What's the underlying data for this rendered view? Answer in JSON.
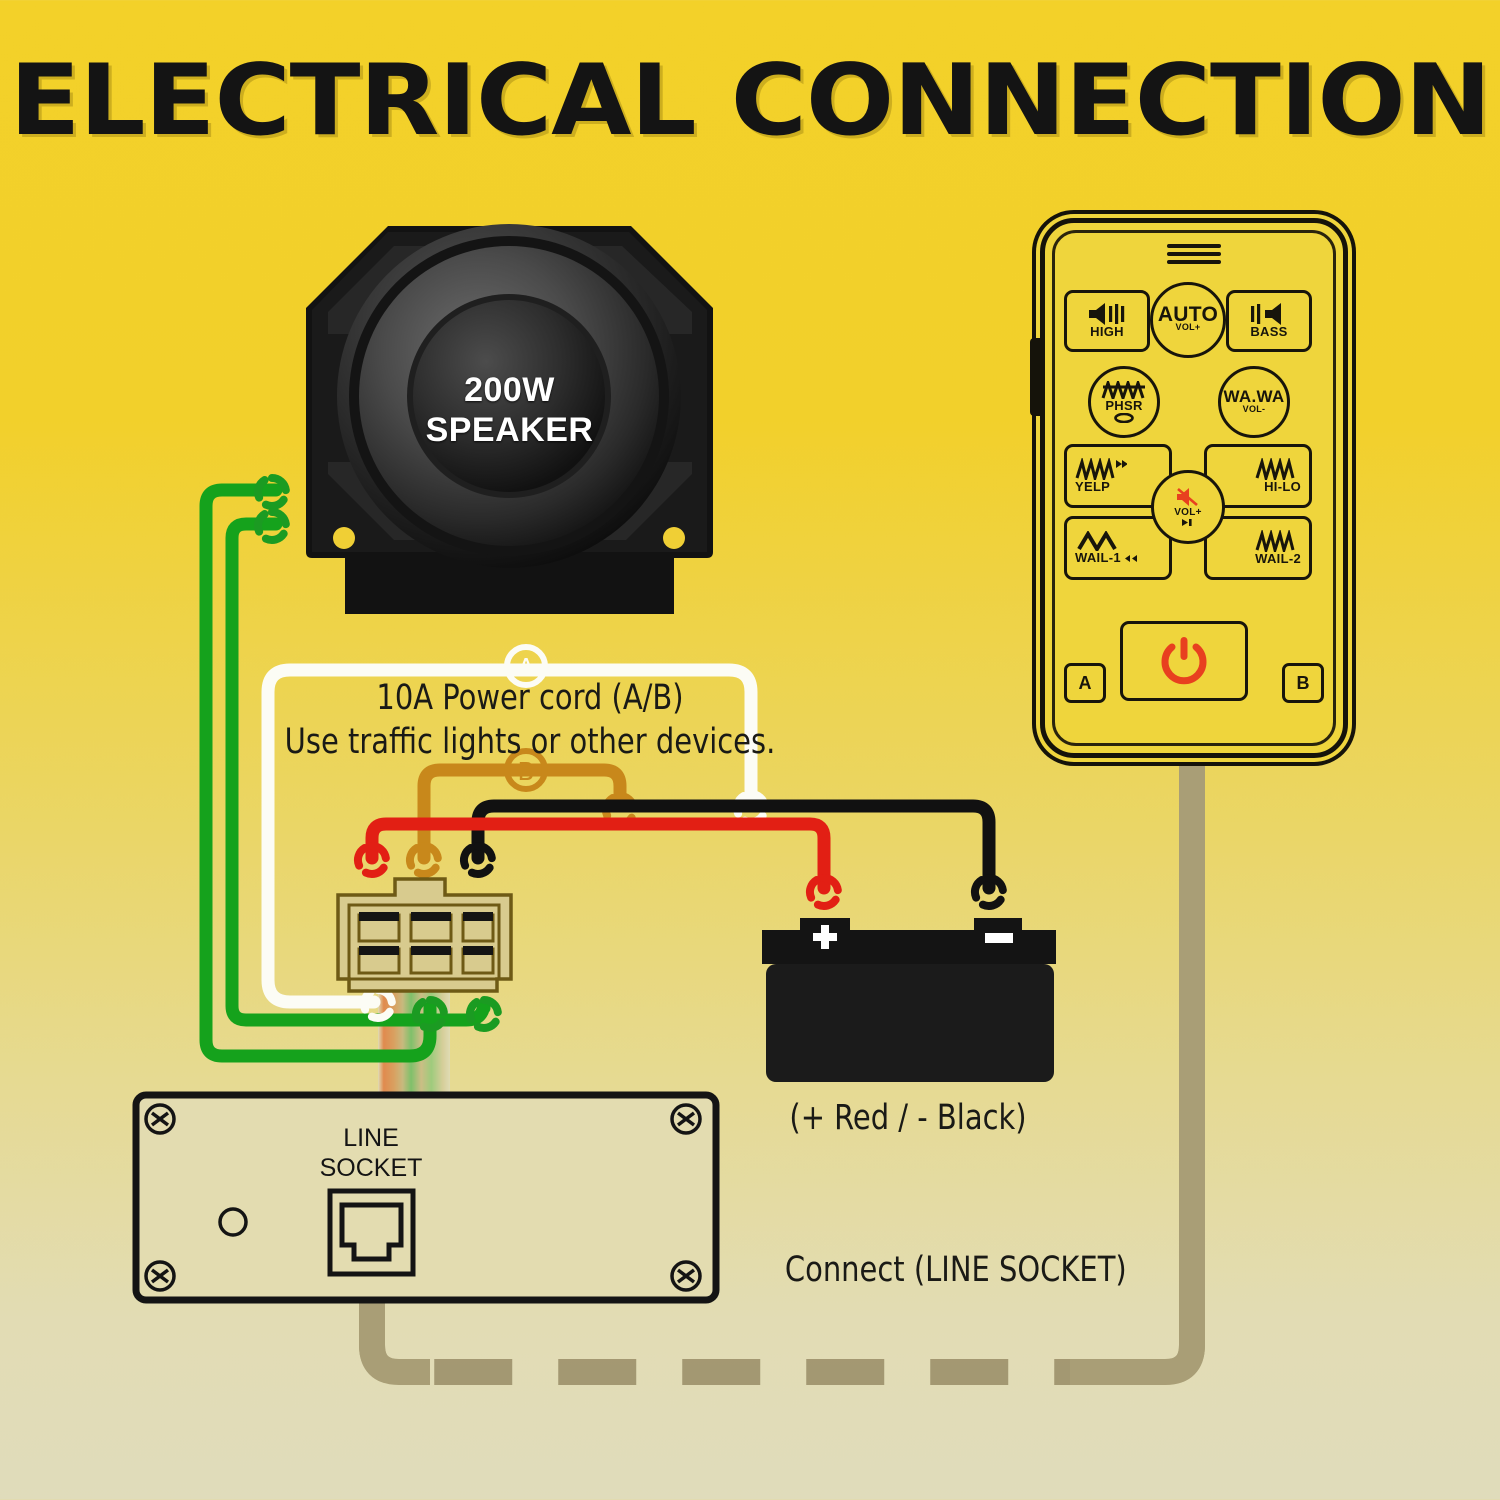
{
  "page": {
    "title": "ELECTRICAL CONNECTION",
    "background_top_color": "#F3D129",
    "background_bottom_color": "#E0DCBB"
  },
  "speaker": {
    "label_line1": "200W",
    "label_line2": "SPEAKER",
    "name": "200W speaker horn"
  },
  "power_cord_note": {
    "line1": "10A  Power cord (A/B)",
    "line2": "Use traffic lights or other devices.",
    "marker_a": "A",
    "marker_b": "B",
    "wire_a_color": "#FFFFFF",
    "wire_b_color": "#C8881B"
  },
  "battery": {
    "label": "(+ Red / - Black)",
    "positive_terminal": "+",
    "negative_terminal": "-",
    "positive_wire_color": "#E21F14",
    "negative_wire_color": "#111111"
  },
  "control_box": {
    "socket_label_line1": "LINE",
    "socket_label_line2": "SOCKET",
    "connect_label": "Connect (LINE SOCKET)"
  },
  "connector": {
    "name": "6-pin power connector",
    "pin_count": 6
  },
  "remote": {
    "power_icon_color": "#E8401F",
    "body_color": "#EFD53C",
    "outline_color": "#15130A",
    "buttons": [
      {
        "id": "high",
        "label": "HIGH",
        "sub": "",
        "icon": "speaker-high-icon",
        "shape": "rect"
      },
      {
        "id": "auto",
        "label": "AUTO",
        "sub": "VOL+",
        "icon": "auto-text-icon",
        "shape": "circle"
      },
      {
        "id": "bass",
        "label": "BASS",
        "sub": "",
        "icon": "speaker-bass-icon",
        "shape": "rect"
      },
      {
        "id": "phsr",
        "label": "PHSR",
        "sub": "",
        "icon": "phaser-wave-icon",
        "shape": "circle"
      },
      {
        "id": "wawa",
        "label": "WA.WA",
        "sub": "VOL-",
        "icon": "wawa-text-icon",
        "shape": "circle"
      },
      {
        "id": "yelp",
        "label": "YELP",
        "sub": "",
        "icon": "yelp-wave-icon",
        "shape": "rect"
      },
      {
        "id": "hilo",
        "label": "HI-LO",
        "sub": "",
        "icon": "hilo-wave-icon",
        "shape": "rect"
      },
      {
        "id": "mute",
        "label": "VOL+",
        "sub": "",
        "icon": "mute-speaker-icon",
        "shape": "circle"
      },
      {
        "id": "wail1",
        "label": "WAIL-1",
        "sub": "",
        "icon": "wail1-wave-icon",
        "shape": "rect"
      },
      {
        "id": "wail2",
        "label": "WAIL-2",
        "sub": "",
        "icon": "wail2-wave-icon",
        "shape": "rect"
      },
      {
        "id": "power",
        "label": "",
        "sub": "",
        "icon": "power-icon",
        "shape": "rect"
      },
      {
        "id": "a",
        "label": "A",
        "sub": "",
        "icon": "",
        "shape": "rect"
      },
      {
        "id": "b",
        "label": "B",
        "sub": "",
        "icon": "",
        "shape": "rect"
      }
    ]
  },
  "wires": {
    "speaker_wire_color": "#15A21C",
    "cable_color": "#A99E76"
  }
}
